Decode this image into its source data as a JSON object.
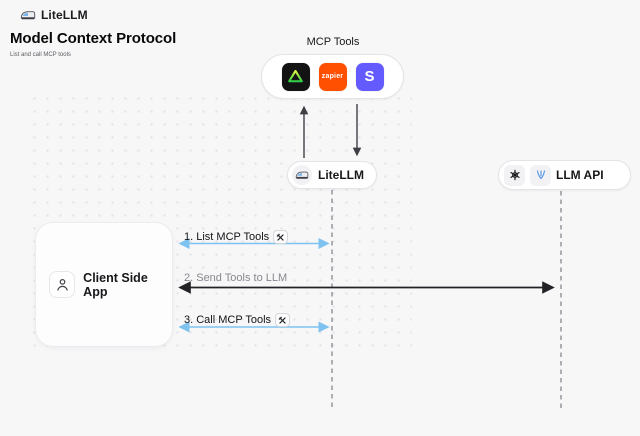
{
  "header": {
    "brand": "LiteLLM",
    "title": "Model Context Protocol",
    "subtitle": "List and call MCP tools"
  },
  "diagram": {
    "mcp_group": {
      "label": "MCP Tools",
      "tools": [
        {
          "name": "triangle-tool",
          "bg": "#131313"
        },
        {
          "name": "zapier",
          "label": "zapier",
          "bg": "#ff4f00"
        },
        {
          "name": "stripe",
          "label": "S",
          "bg": "#635bff"
        }
      ]
    },
    "litellm": {
      "label": "LiteLLM"
    },
    "llm_api": {
      "label": "LLM API"
    },
    "client": {
      "label": "Client Side App"
    },
    "messages": [
      {
        "label": "1. List MCP Tools",
        "tool_icon": true
      },
      {
        "label": "2. Send Tools to LLM",
        "tool_icon": false
      },
      {
        "label": "3. Call MCP Tools",
        "tool_icon": true
      }
    ],
    "colors": {
      "canvas": "#f7f7f8",
      "arrow_blue": "#7ec3ef",
      "arrow_dark": "#232327",
      "vertical_arrow": "#3f3f46",
      "lifeline": "#a5a5ac",
      "zapier": "#ff4f00",
      "stripe": "#635bff"
    }
  }
}
